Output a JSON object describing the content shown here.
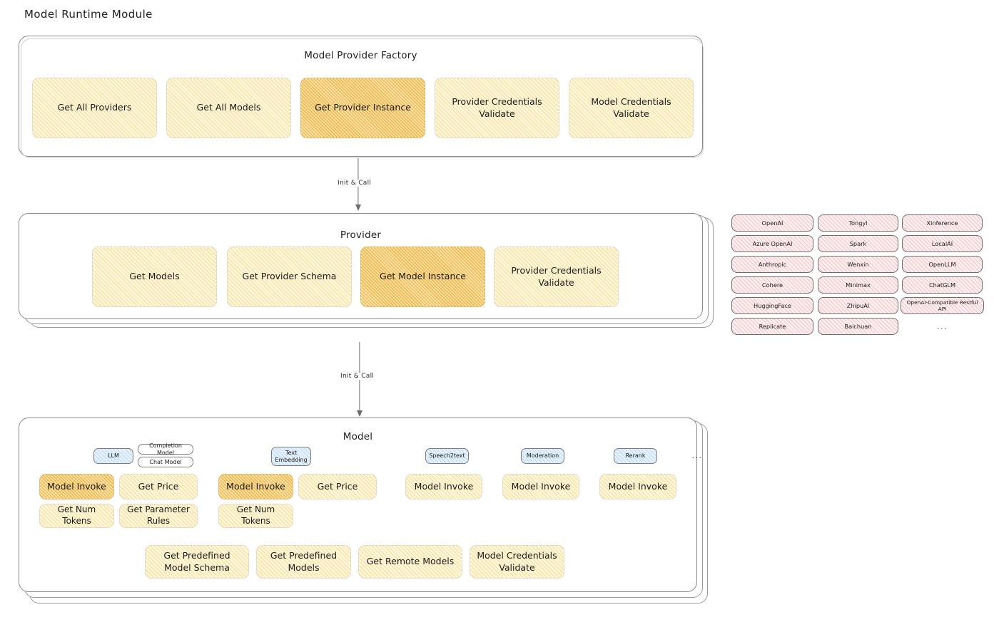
{
  "diagram": {
    "title": "Model Runtime Module",
    "type": "architecture-block-diagram"
  },
  "factory": {
    "title": "Model Provider Factory",
    "nodes": [
      {
        "label": "Get All Providers",
        "highlighted": false
      },
      {
        "label": "Get All Models",
        "highlighted": false
      },
      {
        "label": "Get Provider Instance",
        "highlighted": true
      },
      {
        "label": "Provider Credentials Validate",
        "highlighted": false
      },
      {
        "label": "Model Credentials Validate",
        "highlighted": false
      }
    ]
  },
  "arrows": [
    {
      "label": "Init & Call",
      "from": "Model Provider Factory",
      "to": "Provider"
    },
    {
      "label": "Init & Call",
      "from": "Provider",
      "to": "Model"
    }
  ],
  "provider": {
    "title": "Provider",
    "nodes": [
      {
        "label": "Get Models",
        "highlighted": false
      },
      {
        "label": "Get Provider Schema",
        "highlighted": false
      },
      {
        "label": "Get Model Instance",
        "highlighted": true
      },
      {
        "label": "Provider Credentials Validate",
        "highlighted": false
      }
    ]
  },
  "provider_list": {
    "columns": [
      [
        "OpenAI",
        "Azure OpenAI",
        "Anthropic",
        "Cohere",
        "HuggingFace",
        "Replicate"
      ],
      [
        "Tongyi",
        "Spark",
        "Wenxin",
        "Minimax",
        "ZhipuAI",
        "Baichuan"
      ],
      [
        "Xinference",
        "LocalAI",
        "OpenLLM",
        "ChatGLM",
        "OpenAI-Compatible Restful API"
      ]
    ],
    "more": "..."
  },
  "model": {
    "title": "Model",
    "more": "...",
    "types": [
      {
        "tag": "LLM",
        "subtags": [
          "Completion Model",
          "Chat Model"
        ],
        "nodes": [
          {
            "label": "Model Invoke",
            "highlighted": true
          },
          {
            "label": "Get Price",
            "highlighted": false
          },
          {
            "label": "Get Num Tokens",
            "highlighted": false
          },
          {
            "label": "Get Parameter Rules",
            "highlighted": false
          }
        ]
      },
      {
        "tag": "Text Embedding",
        "subtags": [],
        "nodes": [
          {
            "label": "Model Invoke",
            "highlighted": true
          },
          {
            "label": "Get Price",
            "highlighted": false
          },
          {
            "label": "Get Num Tokens",
            "highlighted": false
          }
        ]
      },
      {
        "tag": "Speech2text",
        "subtags": [],
        "nodes": [
          {
            "label": "Model Invoke",
            "highlighted": false
          }
        ]
      },
      {
        "tag": "Moderation",
        "subtags": [],
        "nodes": [
          {
            "label": "Model Invoke",
            "highlighted": false
          }
        ]
      },
      {
        "tag": "Rerank",
        "subtags": [],
        "nodes": [
          {
            "label": "Model Invoke",
            "highlighted": false
          }
        ]
      }
    ],
    "common_nodes": [
      {
        "label": "Get Predefined Model Schema"
      },
      {
        "label": "Get Predefined Models"
      },
      {
        "label": "Get Remote Models"
      },
      {
        "label": "Model Credentials Validate"
      }
    ]
  }
}
